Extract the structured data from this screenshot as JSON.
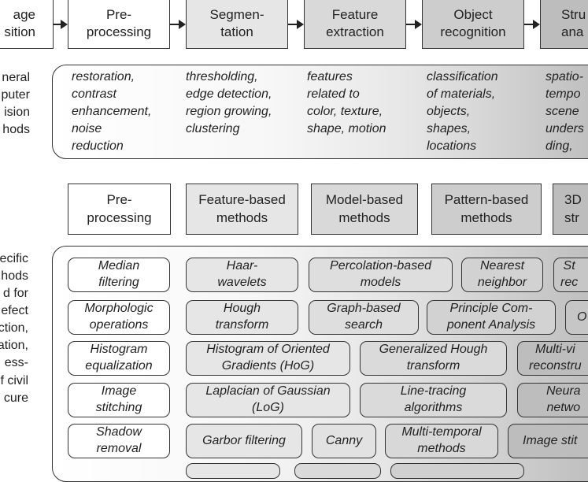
{
  "pipeline": [
    {
      "label": "age\nsition"
    },
    {
      "label": "Pre-\nprocessing"
    },
    {
      "label": "Segmen-\ntation"
    },
    {
      "label": "Feature\nextraction"
    },
    {
      "label": "Object\nrecognition"
    },
    {
      "label": "Stru\nana"
    }
  ],
  "general_label": "neral\nputer\nision\nhods",
  "general_desc": [
    "restoration,\ncontrast\nenhancement,\nnoise\nreduction",
    "thresholding,\nedge detection,\nregion growing,\nclustering",
    "features\nrelated to\ncolor, texture,\nshape, motion",
    "classification\nof materials,\nobjects,\nshapes,\nlocations",
    "spatio-\ntempo\nscene\nunders\nding,"
  ],
  "method_headers": [
    "Pre-\nprocessing",
    "Feature-based\nmethods",
    "Model-based\nmethods",
    "Pattern-based\nmethods",
    "3D\nstr"
  ],
  "specific_label": "ecific\nhods\nd for\nefect\nction,\nation,\ness-\nf civil\ncure",
  "methods": [
    "Median\nfiltering",
    "Haar-\nwavelets",
    "Percolation-based\nmodels",
    "Nearest\nneighbor",
    "St\nrec",
    "Morphologic\noperations",
    "Hough\ntransform",
    "Graph-based\nsearch",
    "Principle Com-\nponent Analysis",
    "O\n",
    "Histogram\nequalization",
    "Histogram of Oriented\nGradients (HoG)",
    "Generalized Hough\ntransform",
    "Multi-vi\nreconstru",
    "Image\nstitching",
    "Laplacian of Gaussian\n(LoG)",
    "Line-tracing\nalgorithms",
    "Neura\nnetwo",
    "Shadow\nremoval",
    "Garbor filtering",
    "Canny",
    "Multi-temporal\nmethods",
    "Image stit"
  ],
  "colors": {
    "stage1": "#ffffff",
    "stage2": "#e6e6e6",
    "stage3": "#d9d9d9",
    "stage4": "#cdcdcd",
    "stage5": "#bdbdbd",
    "border": "#333333"
  }
}
